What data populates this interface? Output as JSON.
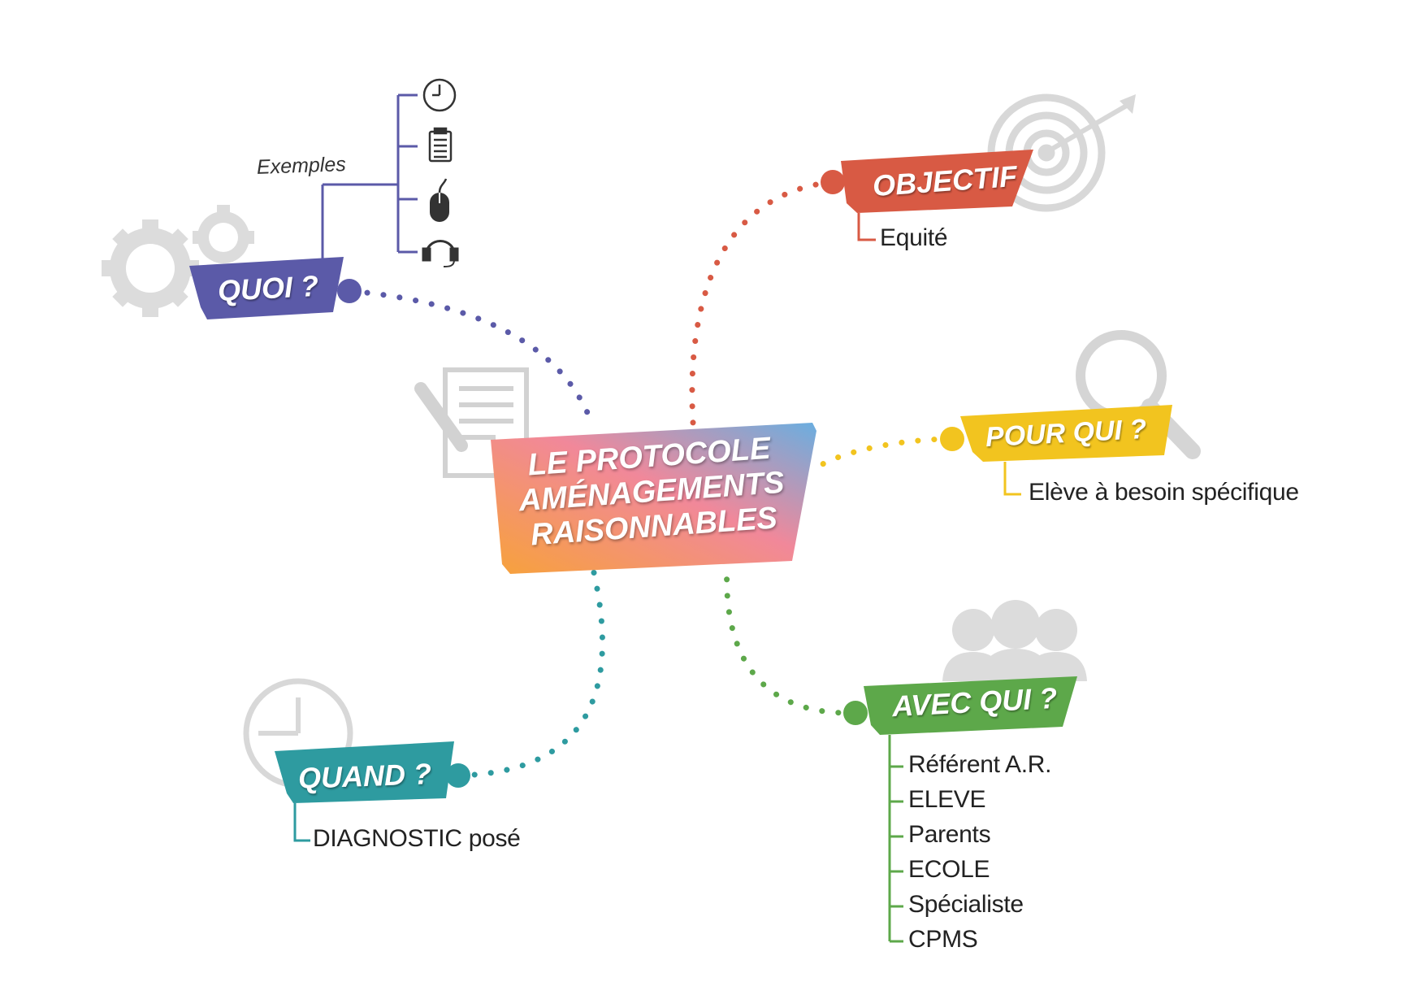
{
  "central": {
    "lines": [
      "LE PROTOCOLE",
      "AMÉNAGEMENTS",
      "RAISONNABLES"
    ]
  },
  "branches": {
    "quoi": {
      "label": "QUOI ?",
      "color": "#5b5aa8",
      "sub_label": "Exemples",
      "examples": [
        "clock-icon",
        "clipboard-icon",
        "mouse-icon",
        "headset-icon"
      ]
    },
    "objectif": {
      "label": "OBJECTIF",
      "color": "#d85a44",
      "items": [
        "Equité"
      ]
    },
    "pour_qui": {
      "label": "POUR QUI ?",
      "color": "#f2c41f",
      "items": [
        "Elève à besoin spécifique"
      ]
    },
    "quand": {
      "label": "QUAND ?",
      "color": "#2e9ba0",
      "items": [
        "DIAGNOSTIC posé"
      ]
    },
    "avec_qui": {
      "label": "AVEC QUI ?",
      "color": "#5da84a",
      "items": [
        "Référent A.R.",
        "ELEVE",
        "Parents",
        "ECOLE",
        "Spécialiste",
        "CPMS"
      ]
    }
  }
}
